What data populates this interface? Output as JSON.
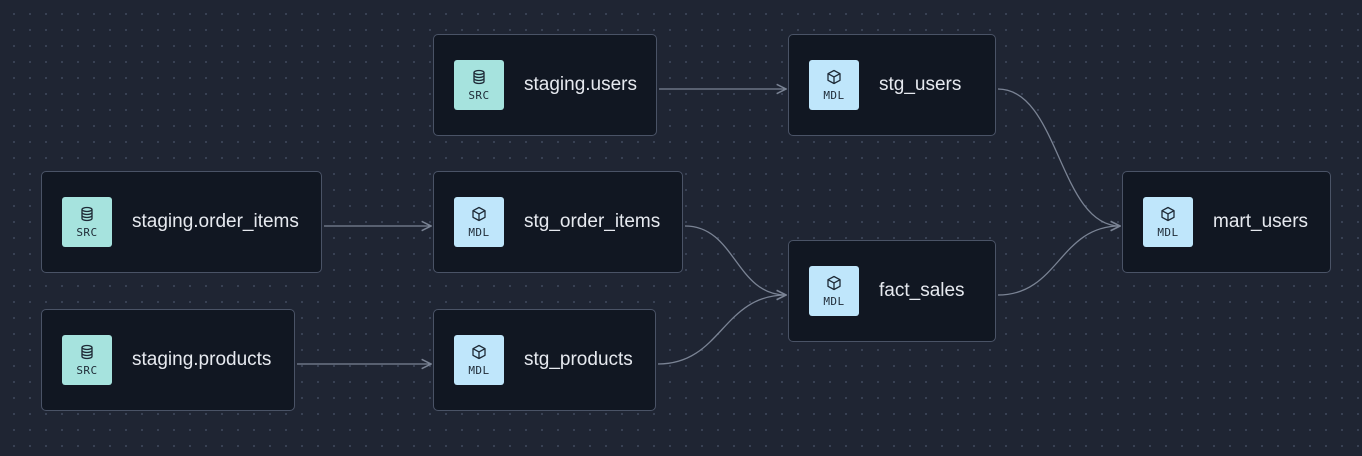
{
  "colors": {
    "source_badge": "#a6e3de",
    "model_badge": "#bfe6fb",
    "edge": "#7a8394"
  },
  "nodes": [
    {
      "id": "staging_users",
      "kind": "source",
      "badge": "SRC",
      "icon": "database-icon",
      "label": "staging.users"
    },
    {
      "id": "stg_users",
      "kind": "model",
      "badge": "MDL",
      "icon": "cube-icon",
      "label": "stg_users"
    },
    {
      "id": "staging_order_items",
      "kind": "source",
      "badge": "SRC",
      "icon": "database-icon",
      "label": "staging.order_items"
    },
    {
      "id": "stg_order_items",
      "kind": "model",
      "badge": "MDL",
      "icon": "cube-icon",
      "label": "stg_order_items"
    },
    {
      "id": "mart_users",
      "kind": "model",
      "badge": "MDL",
      "icon": "cube-icon",
      "label": "mart_users"
    },
    {
      "id": "fact_sales",
      "kind": "model",
      "badge": "MDL",
      "icon": "cube-icon",
      "label": "fact_sales"
    },
    {
      "id": "staging_products",
      "kind": "source",
      "badge": "SRC",
      "icon": "database-icon",
      "label": "staging.products"
    },
    {
      "id": "stg_products",
      "kind": "model",
      "badge": "MDL",
      "icon": "cube-icon",
      "label": "stg_products"
    }
  ],
  "edges": [
    {
      "from": "staging_users",
      "to": "stg_users"
    },
    {
      "from": "staging_order_items",
      "to": "stg_order_items"
    },
    {
      "from": "staging_products",
      "to": "stg_products"
    },
    {
      "from": "stg_order_items",
      "to": "fact_sales"
    },
    {
      "from": "stg_products",
      "to": "fact_sales"
    },
    {
      "from": "stg_users",
      "to": "mart_users"
    },
    {
      "from": "fact_sales",
      "to": "mart_users"
    }
  ]
}
